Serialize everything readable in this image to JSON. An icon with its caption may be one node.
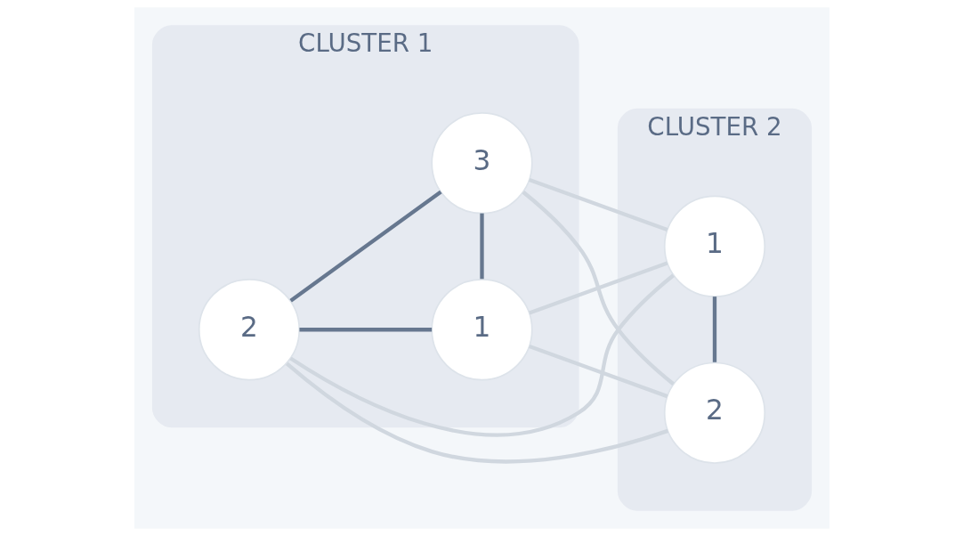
{
  "diagram": {
    "nodes": [
      {
        "text": [
          "CLUSTER 1"
        ]
      },
      {
        "text": [
          "1"
        ],
        "in": 0
      },
      {
        "text": [
          "2"
        ],
        "in": 0
      },
      {
        "text": [
          "3"
        ],
        "in": 0
      },
      {
        "text": [
          "CLUSTER 2"
        ]
      },
      {
        "text": [
          "1"
        ],
        "in": 4
      },
      {
        "text": [
          "2"
        ],
        "in": 4
      }
    ],
    "edges": [
      {
        "from": 2,
        "to": 1,
        "arrow": "none",
        "color": "#66778f"
      },
      {
        "from": 2,
        "to": 3,
        "arrow": "none",
        "color": "#66778f"
      },
      {
        "from": 1,
        "to": 3,
        "arrow": "none",
        "color": "#66778f"
      },
      {
        "from": 5,
        "to": 6,
        "arrow": "none",
        "color": "#66778f"
      },
      {
        "from": 1,
        "to": 5,
        "arrow": "none"
      },
      {
        "from": 1,
        "to": 6,
        "arrow": "none"
      },
      {
        "from": 2,
        "to": 5,
        "arrow": "none"
      },
      {
        "from": 2,
        "to": 6,
        "arrow": "none"
      },
      {
        "from": 3,
        "to": 5,
        "arrow": "none"
      },
      {
        "from": 3,
        "to": 6,
        "arrow": "none"
      }
    ]
  }
}
